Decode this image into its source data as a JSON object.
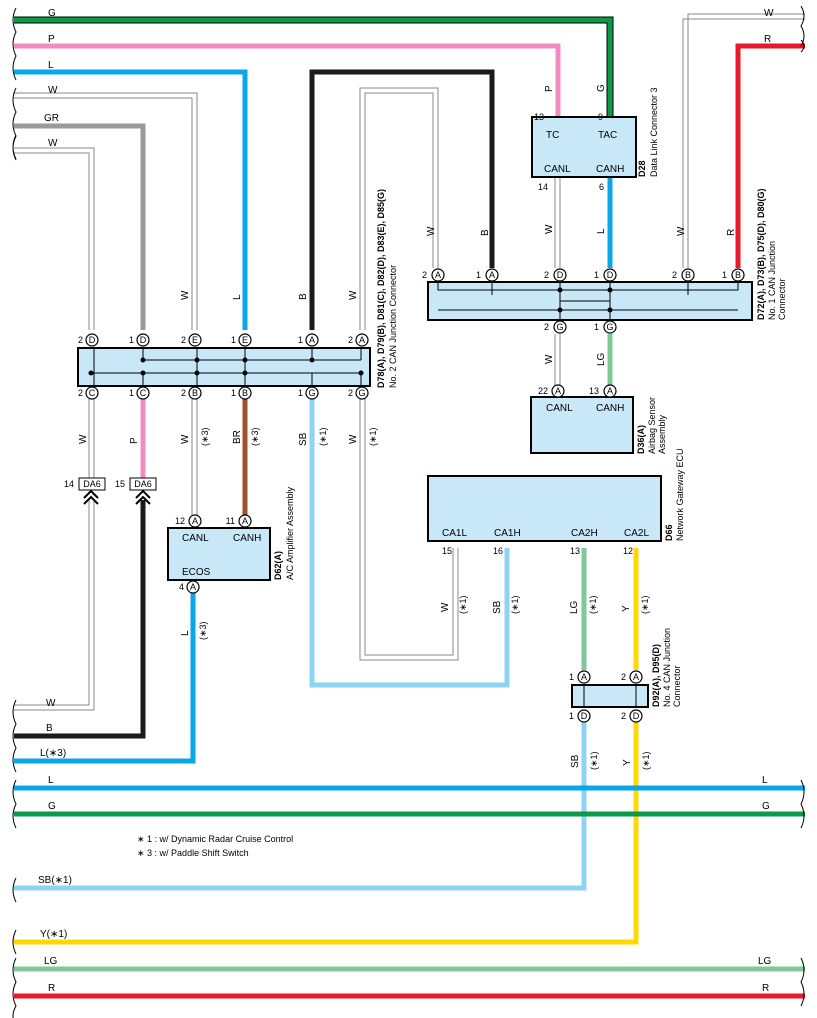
{
  "colors": {
    "G": "#0b9a4a",
    "P": "#f08cc0",
    "L": "#0aa6e8",
    "W": "#888888",
    "GR": "#9a9a9a",
    "B": "#1a1a1a",
    "R": "#e8192c",
    "SB": "#8cd3f4",
    "Y": "#ffd800",
    "LG": "#7ec89a",
    "BR": "#a0522d",
    "box": "#c8e8f8"
  },
  "left_wires": {
    "w1": "G",
    "w2": "P",
    "w3": "L",
    "w4": "W",
    "w5": "GR",
    "w6": "W"
  },
  "right_wires": {
    "w1": "W",
    "w2": "R"
  },
  "bottom_wires": {
    "w_w": "W",
    "b": "B",
    "l3": "L(∗3)",
    "l_left": "L",
    "l_right": "L",
    "g_left": "G",
    "g_right": "G",
    "sb1": "SB(∗1)",
    "y1": "Y(∗1)",
    "lg_left": "LG",
    "lg_right": "LG",
    "r_left": "R",
    "r_right": "R"
  },
  "d28": {
    "id": "D28",
    "name": "Data Link Connector 3",
    "pin13": "13",
    "pin9": "9",
    "pin14": "14",
    "pin6": "6",
    "tc": "TC",
    "tac": "TAC",
    "canl": "CANL",
    "canh": "CANH",
    "wire_p": "P",
    "wire_g": "G",
    "wire_w": "W",
    "wire_l": "L"
  },
  "jc1": {
    "id": "D72(A), D73(B), D75(D), D80(G)",
    "name1": "No. 1 CAN Junction",
    "name2": "Connector",
    "top_pins": [
      {
        "num": "2",
        "letter": "A",
        "wire": "W"
      },
      {
        "num": "1",
        "letter": "A",
        "wire": "B"
      },
      {
        "num": "2",
        "letter": "D",
        "wire": "W"
      },
      {
        "num": "1",
        "letter": "D",
        "wire": "L"
      },
      {
        "num": "2",
        "letter": "B",
        "wire": "W"
      },
      {
        "num": "1",
        "letter": "B",
        "wire": "R"
      }
    ],
    "bottom_pins": [
      {
        "num": "2",
        "letter": "G",
        "wire": "W"
      },
      {
        "num": "1",
        "letter": "G",
        "wire": "LG"
      }
    ]
  },
  "jc2": {
    "id": "D78(A), D79(B), D81(C), D82(D), D83(E), D85(G)",
    "name": "No. 2 CAN Junction Connector",
    "top_pins": [
      {
        "num": "2",
        "letter": "D",
        "wire": ""
      },
      {
        "num": "1",
        "letter": "D",
        "wire": ""
      },
      {
        "num": "2",
        "letter": "E",
        "wire": "W"
      },
      {
        "num": "1",
        "letter": "E",
        "wire": "L"
      },
      {
        "num": "1",
        "letter": "A",
        "wire": "B"
      },
      {
        "num": "2",
        "letter": "A",
        "wire": "W"
      }
    ],
    "bottom_pins": [
      {
        "num": "2",
        "letter": "C",
        "wire": "W",
        "note": ""
      },
      {
        "num": "1",
        "letter": "C",
        "wire": "P",
        "note": ""
      },
      {
        "num": "2",
        "letter": "B",
        "wire": "W",
        "note": "(∗3)"
      },
      {
        "num": "1",
        "letter": "B",
        "wire": "BR",
        "note": "(∗3)"
      },
      {
        "num": "1",
        "letter": "G",
        "wire": "SB",
        "note": "(∗1)"
      },
      {
        "num": "2",
        "letter": "G",
        "wire": "W",
        "note": "(∗1)"
      }
    ]
  },
  "da6": {
    "left_num": "14",
    "left_label": "DA6",
    "right_num": "15",
    "right_label": "DA6"
  },
  "airbag": {
    "id": "D36(A)",
    "name1": "Airbag Sensor",
    "name2": "Assembly",
    "pin22": "22",
    "pin13": "13",
    "letter": "A",
    "canl": "CANL",
    "canh": "CANH"
  },
  "gateway": {
    "id": "D66",
    "name": "Network Gateway ECU",
    "ca1l": "CA1L",
    "ca1h": "CA1H",
    "ca2h": "CA2H",
    "ca2l": "CA2L",
    "p15": "15",
    "p16": "16",
    "p13": "13",
    "p12": "12",
    "w15": "W",
    "w16": "SB",
    "w13": "LG",
    "w12": "Y",
    "note": "(∗1)"
  },
  "ac": {
    "id": "D62(A)",
    "name": "A/C Amplifier Assembly",
    "p12": "12",
    "p11": "11",
    "p4": "4",
    "letter": "A",
    "canl": "CANL",
    "canh": "CANH",
    "ecos": "ECOS",
    "wire_l": "L",
    "note": "(∗3)"
  },
  "jc4": {
    "id": "D92(A), D95(D)",
    "name1": "No. 4 CAN Junction",
    "name2": "Connector",
    "p1": "1",
    "p2": "2",
    "a": "A",
    "d": "D",
    "w_sb": "SB",
    "w_y": "Y",
    "note": "(∗1)"
  },
  "notes": {
    "n1": "∗ 1 : w/ Dynamic Radar Cruise Control",
    "n3": "∗ 3 : w/ Paddle Shift Switch"
  }
}
